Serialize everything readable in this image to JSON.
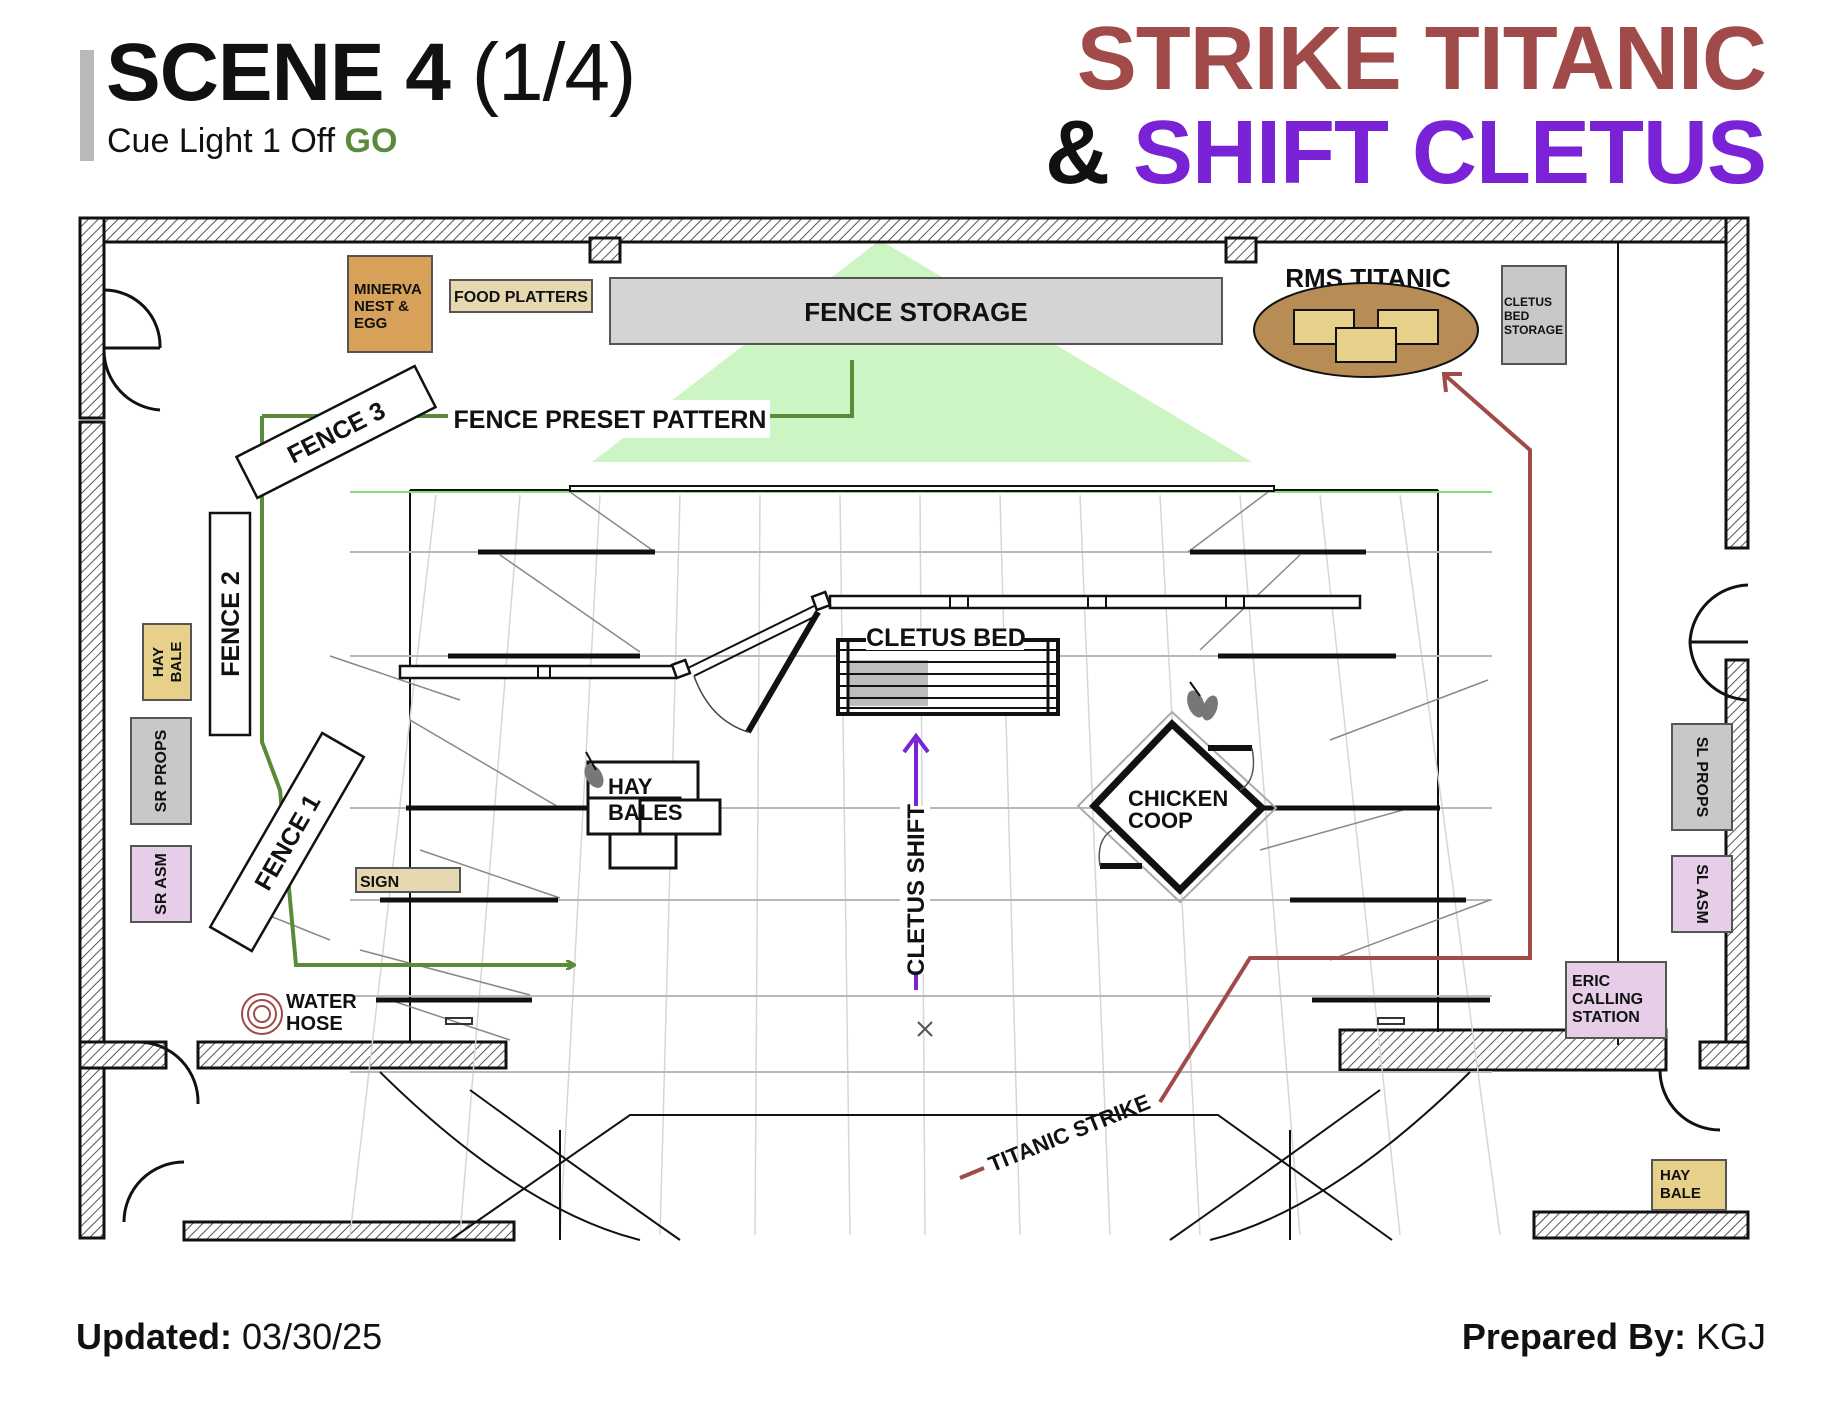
{
  "header": {
    "scene_title": "SCENE 4",
    "scene_fraction": "(1/4)",
    "cue_text": "Cue Light 1 Off",
    "cue_go": "GO",
    "headline_line1": "STRIKE TITANIC",
    "headline_amp": "&",
    "headline_shift": "SHIFT CLETUS"
  },
  "colors": {
    "strike": "#a04a4a",
    "shift": "#7a22d6",
    "fence_path": "#5a8a3a",
    "props_tan": "#e6d08a",
    "props_orange": "#d8a15a",
    "props_gray": "#c8c8c8",
    "asm_pink": "#e6cde8",
    "titanic_brown": "#b88c55",
    "light_green": "#cdf5c4"
  },
  "labels": {
    "minerva": [
      "MINERVA",
      "NEST &",
      "EGG"
    ],
    "food_platters": "FOOD PLATTERS",
    "fence_storage": "FENCE STORAGE",
    "rms_titanic": "RMS TITANIC",
    "cletus_bed_storage": [
      "CLETUS",
      "BED",
      "STORAGE"
    ],
    "fence_preset_pattern": "FENCE PRESET PATTERN",
    "fence_1": "FENCE 1",
    "fence_2": "FENCE 2",
    "fence_3": "FENCE 3",
    "hay_bale_sr": [
      "HAY",
      "BALE"
    ],
    "sr_props": "SR PROPS",
    "sr_asm": "SR ASM",
    "sign": "SIGN",
    "water_hose": [
      "WATER",
      "HOSE"
    ],
    "hay_bales": [
      "HAY",
      "BALES"
    ],
    "cletus_bed": "CLETUS BED",
    "cletus_shift": "CLETUS SHIFT",
    "chicken_coop": [
      "CHICKEN",
      "COOP"
    ],
    "sl_props": "SL PROPS",
    "sl_asm": "SL ASM",
    "eric_calling_station": [
      "ERIC",
      "CALLING",
      "STATION"
    ],
    "hay_bale_sl": [
      "HAY",
      "BALE"
    ],
    "titanic_strike": "TITANIC STRIKE"
  },
  "footer": {
    "updated_label": "Updated:",
    "updated_date": "03/30/25",
    "prepared_label": "Prepared By:",
    "prepared_by": "KGJ"
  }
}
